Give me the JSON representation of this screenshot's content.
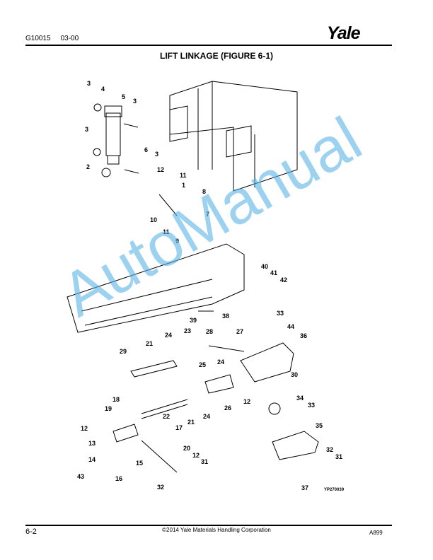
{
  "header": {
    "doc_number": "G10015",
    "date": "03-00",
    "logo": "Yale"
  },
  "title": "LIFT LINKAGE (FIGURE 6-1)",
  "figure": {
    "callouts": [
      "3",
      "4",
      "5",
      "3",
      "3",
      "6",
      "3",
      "2",
      "12",
      "11",
      "1",
      "8",
      "7",
      "10",
      "11",
      "9",
      "40",
      "41",
      "42",
      "33",
      "44",
      "36",
      "39",
      "38",
      "28",
      "27",
      "24",
      "23",
      "21",
      "29",
      "25",
      "24",
      "30",
      "12",
      "26",
      "34",
      "33",
      "18",
      "19",
      "22",
      "21",
      "24",
      "35",
      "12",
      "17",
      "13",
      "32",
      "20",
      "12",
      "14",
      "31",
      "31",
      "15",
      "43",
      "16",
      "32",
      "37"
    ],
    "figure_id": "YP270039",
    "watermark": "AutoManual"
  },
  "footer": {
    "page": "6-2",
    "copyright": "©2014 Yale Materials Handling Corporation",
    "code": "A899"
  }
}
